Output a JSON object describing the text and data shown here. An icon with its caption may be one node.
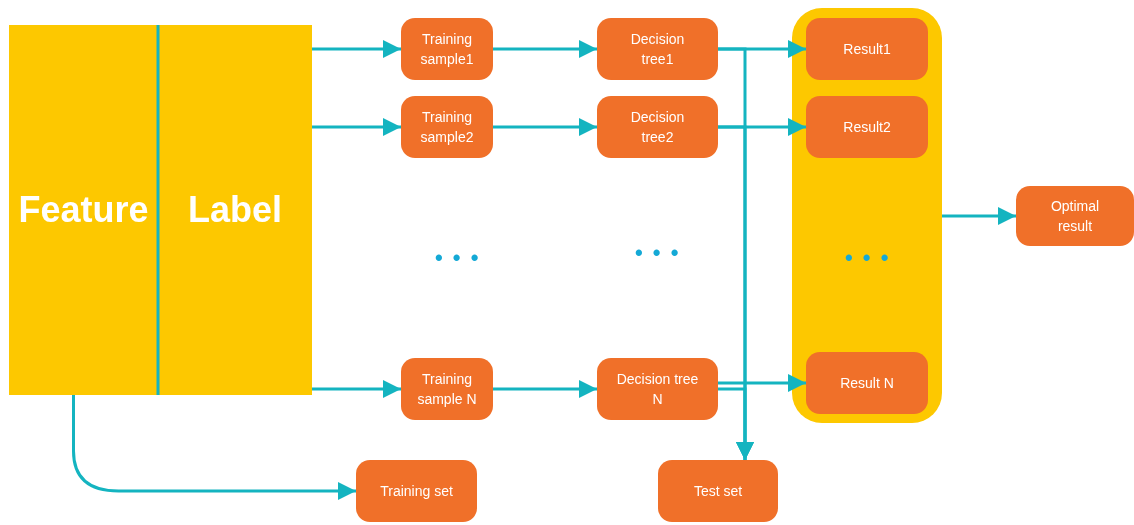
{
  "diagram": {
    "nodes": [
      {
        "text": [
          "Feature"
        ]
      },
      {
        "text": [
          "Label"
        ]
      },
      {
        "text": [
          "Training sample1"
        ]
      },
      {
        "text": [
          "Decision tree1"
        ]
      },
      {
        "text": [
          "Training sample2"
        ]
      },
      {
        "text": [
          "Decision tree2"
        ]
      },
      {
        "text": [
          "Training sample N"
        ]
      },
      {
        "text": [
          "Decision tree N"
        ]
      },
      {
        "text": [],
        "shape": "box"
      },
      {
        "text": [
          "Result1"
        ],
        "in": 8
      },
      {
        "text": [
          "Result2"
        ],
        "in": 8
      },
      {
        "text": [
          "Result N"
        ],
        "in": 8
      },
      {
        "text": [
          "Optimal result"
        ]
      },
      {
        "text": [
          "Training  set"
        ]
      },
      {
        "text": [
          "Test set"
        ]
      }
    ],
    "edges": [
      {
        "from": 1,
        "to": 2,
        "arrow": "to"
      },
      {
        "from": 1,
        "to": 4,
        "arrow": "to"
      },
      {
        "from": 1,
        "to": 6,
        "arrow": "to"
      },
      {
        "from": 2,
        "to": 3,
        "arrow": "to"
      },
      {
        "from": 4,
        "to": 5,
        "arrow": "to"
      },
      {
        "from": 6,
        "to": 7,
        "arrow": "to"
      },
      {
        "from": 3,
        "to": 9,
        "arrow": "to"
      },
      {
        "from": 5,
        "to": 10,
        "arrow": "to"
      },
      {
        "from": 7,
        "to": 11,
        "arrow": "to"
      },
      {
        "from": 3,
        "to": 14,
        "arrow": "to"
      },
      {
        "from": 5,
        "to": 14,
        "arrow": "to"
      },
      {
        "from": 7,
        "to": 14,
        "arrow": "to"
      },
      {
        "from": 8,
        "to": 12,
        "arrow": "to"
      },
      {
        "from": 0,
        "to": 13,
        "arrow": "to"
      }
    ],
    "labels": [
      "• • •",
      "• • •",
      "• • •"
    ]
  }
}
